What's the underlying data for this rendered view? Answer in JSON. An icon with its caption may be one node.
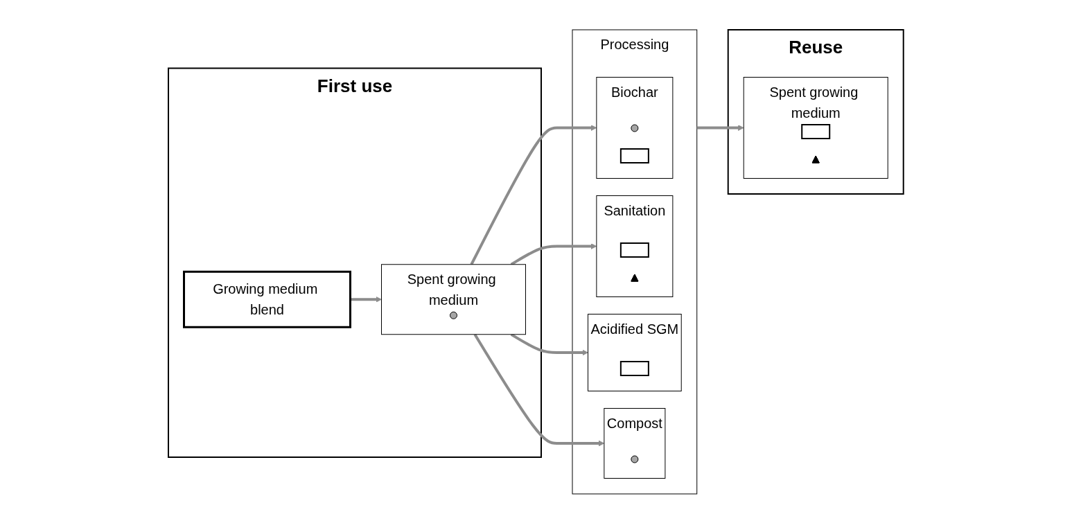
{
  "diagram": {
    "nodes": [
      {
        "text": [
          "First use"
        ]
      },
      {
        "text": [
          "Growing medium blend"
        ],
        "in": 0
      },
      {
        "text": [
          "Spent growing medium"
        ],
        "in": 0
      },
      {
        "text": [],
        "shape": "circle",
        "in": 2
      },
      {
        "text": [
          "Processing"
        ]
      },
      {
        "text": [
          "Biochar"
        ],
        "in": 4
      },
      {
        "text": [],
        "shape": "box",
        "in": 5
      },
      {
        "text": [],
        "shape": "circle",
        "in": 5
      },
      {
        "text": [
          "Sanitation"
        ],
        "in": 4
      },
      {
        "text": [],
        "shape": "triangle",
        "in": 8
      },
      {
        "text": [],
        "shape": "box",
        "in": 8
      },
      {
        "text": [
          "Acidified SGM"
        ],
        "in": 4
      },
      {
        "text": [],
        "shape": "box",
        "in": 11
      },
      {
        "text": [
          "Compost"
        ],
        "in": 4
      },
      {
        "text": [],
        "shape": "circle",
        "in": 13
      },
      {
        "text": [
          "Reuse"
        ]
      },
      {
        "text": [
          "Spent growing medium"
        ],
        "in": 15
      },
      {
        "text": [],
        "shape": "triangle",
        "in": 16
      },
      {
        "text": [],
        "shape": "box",
        "in": 16
      }
    ],
    "edges": [
      {
        "from": 1,
        "to": 2,
        "arrow": "to"
      },
      {
        "from": 2,
        "to": 5,
        "arrow": "to"
      },
      {
        "from": 2,
        "to": 8,
        "arrow": "to"
      },
      {
        "from": 2,
        "to": 11,
        "arrow": "to"
      },
      {
        "from": 2,
        "to": 13,
        "arrow": "to"
      },
      {
        "from": 4,
        "to": 16,
        "arrow": "to"
      }
    ]
  }
}
